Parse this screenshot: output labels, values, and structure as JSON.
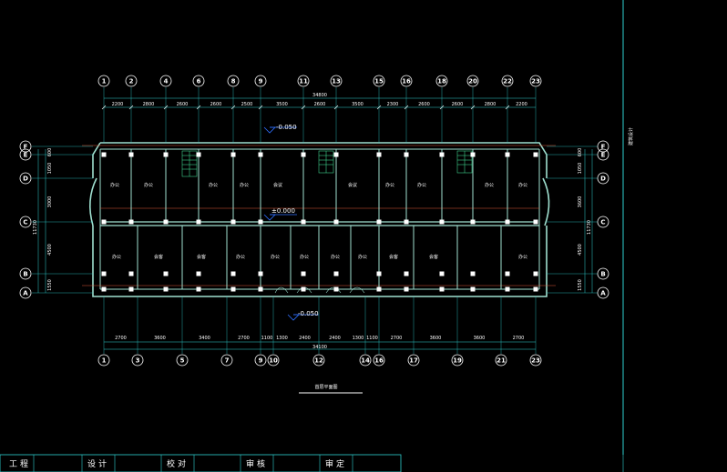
{
  "plan": {
    "top_total": "34800",
    "bottom_total": "34100",
    "left_total": "11730",
    "right_total": "11730",
    "drawing_title": "首层平面图",
    "side_note": "建筑设计",
    "elevations": [
      "-0.050",
      "±0.000",
      "-0.050"
    ]
  },
  "axes_top": [
    "1",
    "2",
    "4",
    "6",
    "8",
    "9",
    "11",
    "13",
    "15",
    "16",
    "18",
    "20",
    "22",
    "23"
  ],
  "axes_bottom": [
    "1",
    "3",
    "5",
    "7",
    "9",
    "10",
    "12",
    "14",
    "16",
    "17",
    "19",
    "21",
    "23"
  ],
  "axes_rows": [
    "F",
    "E",
    "D",
    "C",
    "B",
    "A"
  ],
  "dims_top": [
    "2200",
    "2800",
    "2600",
    "2600",
    "2500",
    "3500",
    "2600",
    "3500",
    "2300",
    "2600",
    "2600",
    "2800",
    "2200"
  ],
  "dims_bottom": [
    "2700",
    "3600",
    "3400",
    "2700",
    "1100",
    "1300",
    "2400",
    "2400",
    "1300",
    "1100",
    "2700",
    "3600",
    "3600",
    "2700"
  ],
  "dims_left": [
    "600",
    "1050",
    "3000",
    "4500",
    "1550"
  ],
  "dims_right": [
    "600",
    "1050",
    "3600",
    "4500",
    "1550"
  ],
  "rooms_upper": [
    "办公",
    "办公",
    "办公",
    "办公",
    "会议",
    "会议",
    "办公",
    "办公",
    "办公",
    "办公"
  ],
  "rooms_lower": [
    "办公",
    "会客",
    "会客",
    "办公",
    "办公",
    "办公",
    "办公",
    "办公",
    "会客",
    "会客",
    "办公"
  ],
  "title_block": [
    "工程",
    "设计",
    "校对",
    "审核",
    "审定"
  ]
}
